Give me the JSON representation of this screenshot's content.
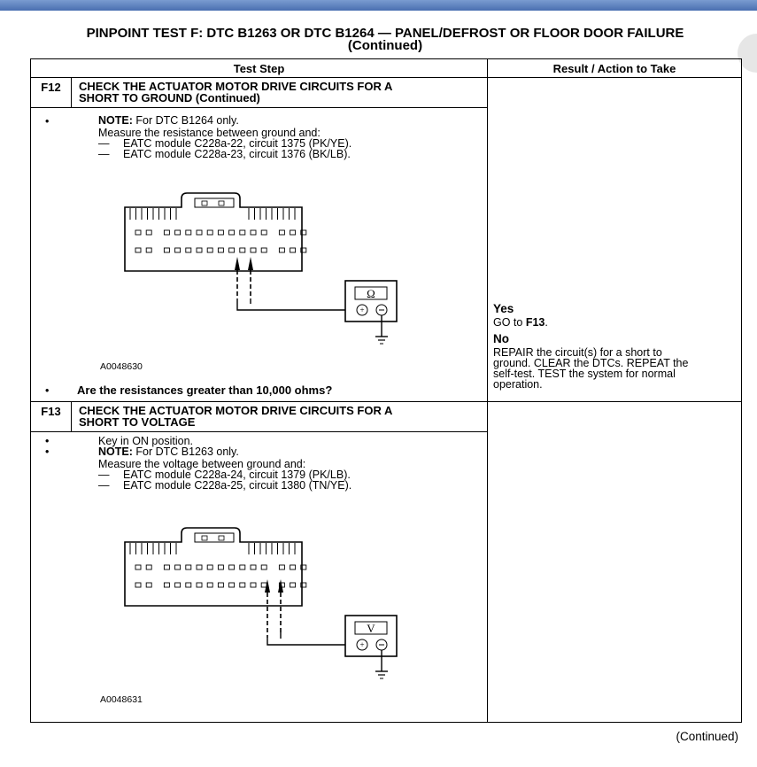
{
  "title": "PINPOINT TEST F: DTC B1263 OR DTC B1264 — PANEL/DEFROST OR FLOOR DOOR FAILURE",
  "title_cont": "(Continued)",
  "columns": {
    "test_step": "Test Step",
    "result": "Result / Action to Take"
  },
  "f12": {
    "id": "F12",
    "title_l1": "CHECK THE ACTUATOR MOTOR DRIVE CIRCUITS FOR A",
    "title_l2": "SHORT TO GROUND (Continued)",
    "bullet": "•",
    "note_lead": "NOTE:",
    "note_text": " For DTC B1264 only.",
    "measure": "Measure the resistance between ground and:",
    "dash": "—",
    "item1": "EATC module C228a-22, circuit 1375 (PK/YE).",
    "item2": "EATC module C228a-23, circuit 1376 (BK/LB).",
    "meter_symbol": "Ω",
    "figure_id": "A0048630",
    "question": "Are the resistances greater than 10,000 ohms?",
    "yes_label": "Yes",
    "yes_lead": "GO to ",
    "yes_target": "F13",
    "yes_end": ".",
    "no_label": "No",
    "no_l1": "REPAIR the circuit(s) for a short to",
    "no_l2": "ground. CLEAR the DTCs. REPEAT the",
    "no_l3": "self-test. TEST the system for normal",
    "no_l4": "operation."
  },
  "f13": {
    "id": "F13",
    "title_l1": "CHECK THE ACTUATOR MOTOR DRIVE CIRCUITS FOR A",
    "title_l2": "SHORT TO VOLTAGE",
    "bullet": "•",
    "key_on": "Key in ON position.",
    "note_lead": "NOTE:",
    "note_text": " For DTC B1263 only.",
    "measure": "Measure the voltage between ground and:",
    "dash": "—",
    "item1": "EATC module C228a-24, circuit 1379 (PK/LB).",
    "item2": "EATC module C228a-25, circuit 1380 (TN/YE).",
    "meter_symbol": "V",
    "figure_id": "A0048631"
  },
  "footer": "(Continued)"
}
